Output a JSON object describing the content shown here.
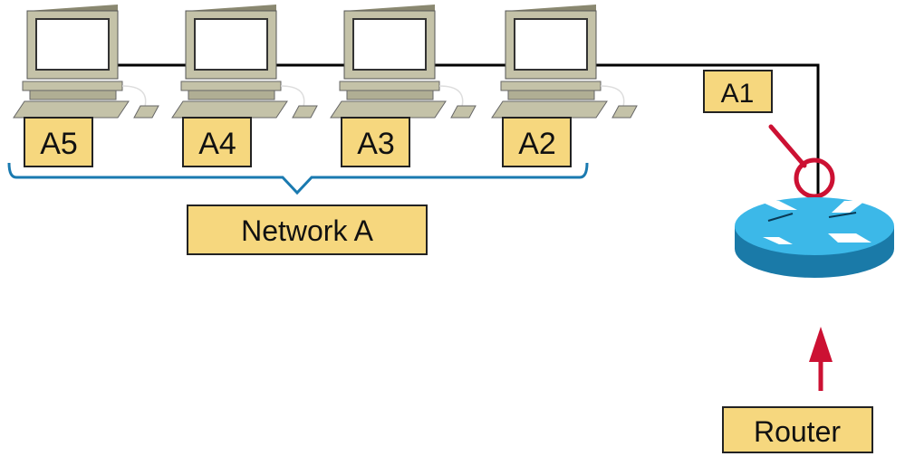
{
  "diagram": {
    "computers": [
      {
        "label": "A5"
      },
      {
        "label": "A4"
      },
      {
        "label": "A3"
      },
      {
        "label": "A2"
      }
    ],
    "router_interface_label": "A1",
    "network_label": "Network A",
    "router_label": "Router",
    "colors": {
      "label_fill": "#f6d77e",
      "label_border": "#222222",
      "brace": "#1a7ab0",
      "highlight": "#cc1133",
      "router_top": "#3cb8e8",
      "router_side": "#1a7aa8",
      "computer_body": "#c4c2a8",
      "computer_dark": "#8a8870",
      "cable": "#000000"
    }
  }
}
